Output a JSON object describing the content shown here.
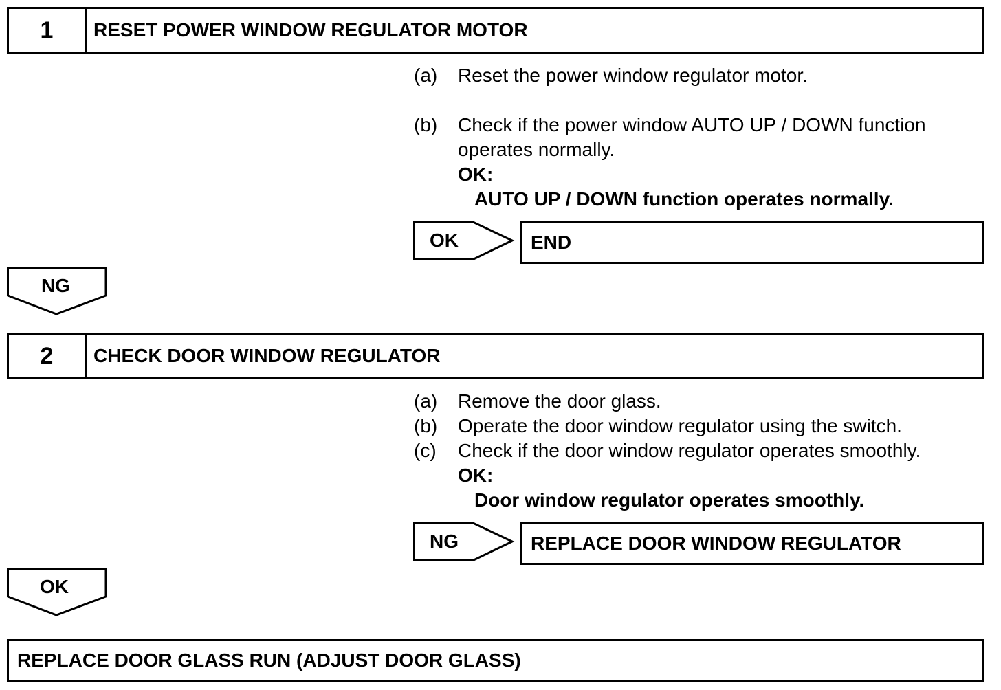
{
  "steps": [
    {
      "number": "1",
      "title": "RESET POWER WINDOW REGULATOR MOTOR",
      "instructions": [
        {
          "label": "(a)",
          "text": "Reset the power window regulator motor."
        },
        {
          "label": "(b)",
          "text": "Check if the power window AUTO UP / DOWN function",
          "text_cont": "operates normally."
        }
      ],
      "ok_heading": "OK:",
      "ok_criteria": "AUTO UP / DOWN function operates normally.",
      "side_branch": {
        "label": "OK",
        "result": "END"
      },
      "down_branch": "NG"
    },
    {
      "number": "2",
      "title": "CHECK DOOR WINDOW REGULATOR",
      "instructions": [
        {
          "label": "(a)",
          "text": "Remove the door glass."
        },
        {
          "label": "(b)",
          "text": "Operate the door window regulator using the switch."
        },
        {
          "label": "(c)",
          "text": "Check if the door window regulator operates smoothly."
        }
      ],
      "ok_heading": "OK:",
      "ok_criteria": "Door window regulator operates smoothly.",
      "side_branch": {
        "label": "NG",
        "result": "REPLACE DOOR WINDOW REGULATOR"
      },
      "down_branch": "OK"
    }
  ],
  "final_action": "REPLACE DOOR GLASS RUN (ADJUST DOOR GLASS)"
}
